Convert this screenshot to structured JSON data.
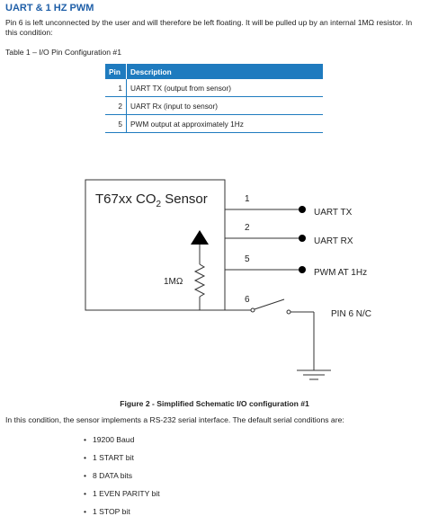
{
  "section": {
    "heading": "UART & 1 HZ PWM",
    "intro": "Pin 6 is left unconnected by the user and will therefore be left floating. It will be pulled up by an internal 1MΩ resistor. In this condition:"
  },
  "table": {
    "caption": "Table 1 – I/O Pin Configuration #1",
    "headers": [
      "Pin",
      "Description"
    ],
    "rows": [
      {
        "pin": "1",
        "description": "UART TX (output from sensor)"
      },
      {
        "pin": "2",
        "description": "UART Rx (input to sensor)"
      },
      {
        "pin": "5",
        "description": "PWM output at approximately 1Hz"
      }
    ]
  },
  "schematic": {
    "sensor_title": "T67xx CO",
    "sensor_title_sub": "2",
    "sensor_title_end": " Sensor",
    "resistor_label": "1MΩ",
    "pins": [
      {
        "number": "1",
        "label": "UART TX"
      },
      {
        "number": "2",
        "label": "UART RX"
      },
      {
        "number": "5",
        "label": "PWM AT 1Hz"
      },
      {
        "number": "6",
        "label": "PIN 6 N/C"
      }
    ]
  },
  "figure_caption": "Figure 2 - Simplified Schematic I/O configuration #1",
  "condition_text": "In this condition, the sensor implements a RS-232 serial interface. The default serial conditions are:",
  "serial_conditions": [
    "19200 Baud",
    "1 START bit",
    "8 DATA bits",
    "1 EVEN PARITY bit",
    "1 STOP bit"
  ],
  "colors": {
    "heading": "#1f5fa8",
    "table_header": "#1f7bbf"
  }
}
